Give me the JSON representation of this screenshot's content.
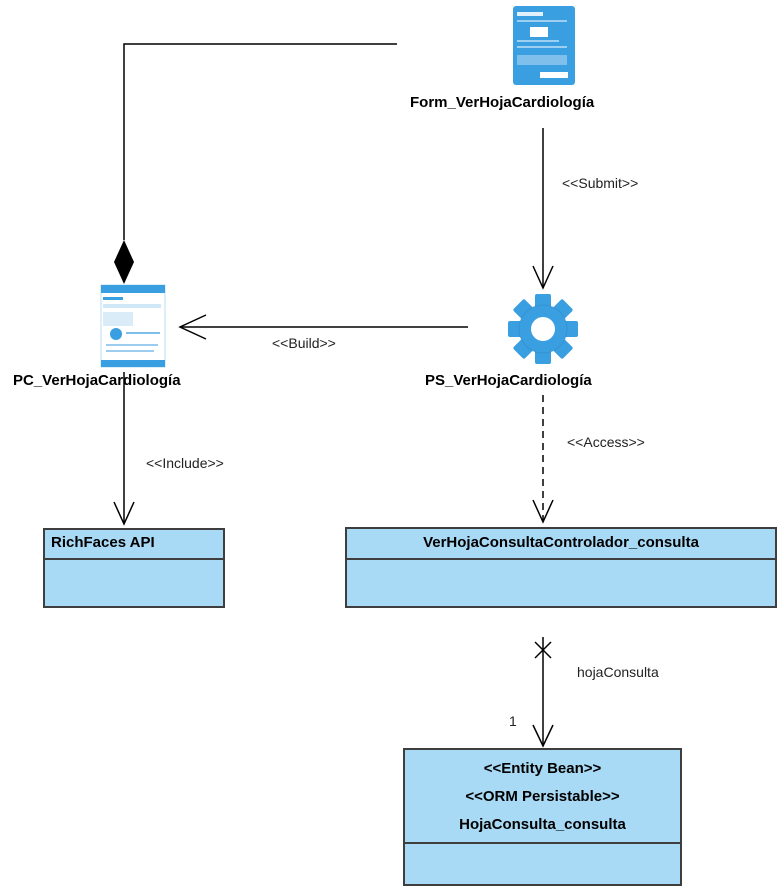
{
  "nodes": {
    "form": {
      "name": "Form_VerHojaCardiología",
      "icon": "form-icon"
    },
    "pc": {
      "name": "PC_VerHojaCardiología",
      "icon": "client-page-icon"
    },
    "ps": {
      "name": "PS_VerHojaCardiología",
      "icon": "server-page-gear-icon"
    },
    "richfaces": {
      "name": "RichFaces API"
    },
    "controller": {
      "name": "VerHojaConsultaControlador_consulta"
    },
    "entity": {
      "stereotype1": "<<Entity Bean>>",
      "stereotype2": "<<ORM Persistable>>",
      "name": "HojaConsulta_consulta"
    }
  },
  "edges": {
    "submit": "<<Submit>>",
    "build": "<<Build>>",
    "include": "<<Include>>",
    "access": "<<Access>>",
    "association": "hojaConsulta",
    "multiplicity": "1"
  },
  "colors": {
    "class_fill": "#a8d9f5",
    "border": "#3e3e3e",
    "icon_blue": "#3a9fe0"
  }
}
